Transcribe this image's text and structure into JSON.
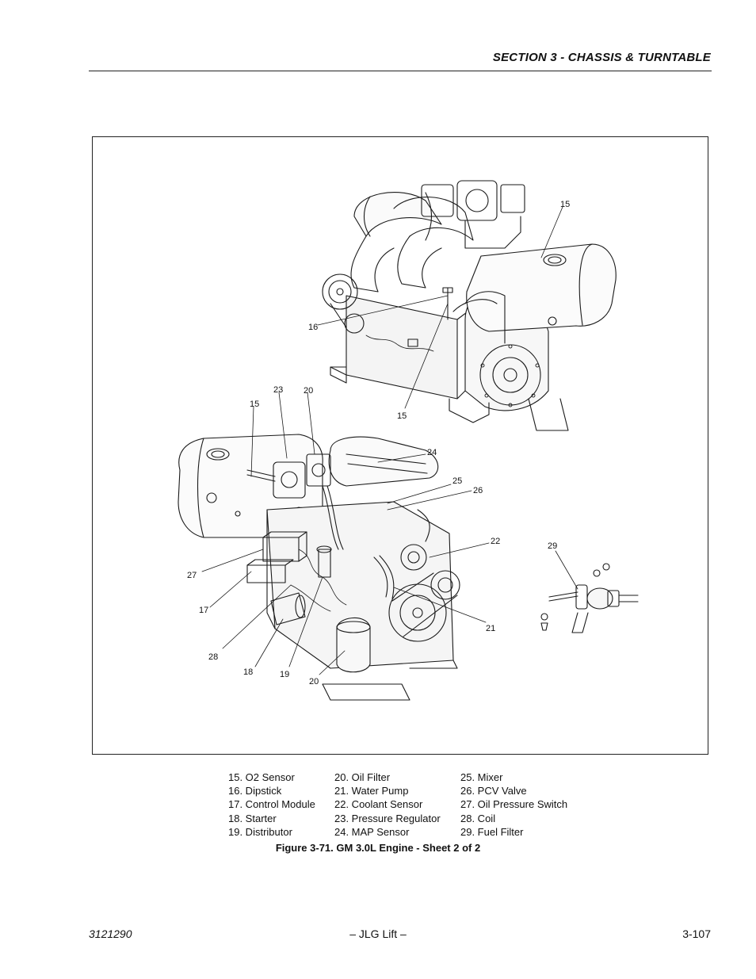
{
  "header": {
    "section_title": "SECTION 3 - CHASSIS & TURNTABLE"
  },
  "figure": {
    "callouts": [
      "15",
      "16",
      "15",
      "23",
      "20",
      "15",
      "24",
      "25",
      "26",
      "22",
      "29",
      "27",
      "17",
      "21",
      "28",
      "18",
      "19",
      "20"
    ]
  },
  "legend": {
    "columns": [
      [
        "15.  O2 Sensor",
        "16.  Dipstick",
        "17.  Control Module",
        "18.  Starter",
        "19.  Distributor"
      ],
      [
        "20.  Oil Filter",
        "21.  Water Pump",
        "22.  Coolant Sensor",
        "23.  Pressure Regulator",
        "24.  MAP Sensor"
      ],
      [
        "25.  Mixer",
        "26.  PCV Valve",
        "27.  Oil Pressure Switch",
        "28.  Coil",
        "29.  Fuel Filter"
      ]
    ]
  },
  "caption": "Figure 3-71.  GM 3.0L Engine - Sheet 2 of 2",
  "footer": {
    "doc_number": "3121290",
    "center": "– JLG Lift –",
    "page": "3-107"
  }
}
